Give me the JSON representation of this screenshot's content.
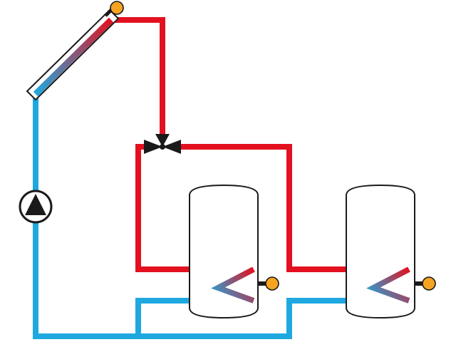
{
  "colors": {
    "hot_pipe": "#e3111f",
    "cold_pipe": "#1fa8e0",
    "sensor": "#f5a321",
    "outline": "#1a1a1a",
    "background": "#ffffff"
  },
  "components": {
    "collector": "solar-collector",
    "collector_sensor": "temperature-sensor",
    "pump": "circulation-pump",
    "valve": "three-way-valve",
    "tank_1": "storage-tank",
    "tank_1_sensor": "temperature-sensor",
    "tank_2": "storage-tank",
    "tank_2_sensor": "temperature-sensor"
  },
  "icons": {
    "pump": "pump-icon",
    "valve": "three-way-valve-icon",
    "sensor": "sensor-dot-icon"
  }
}
